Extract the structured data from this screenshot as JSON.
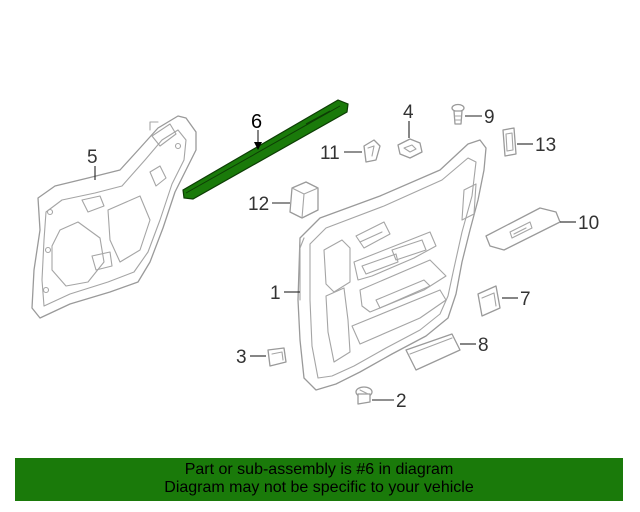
{
  "callouts": {
    "c1": "1",
    "c2": "2",
    "c3": "3",
    "c4": "4",
    "c5": "5",
    "c6": "6",
    "c7": "7",
    "c8": "8",
    "c9": "9",
    "c10": "10",
    "c11": "11",
    "c12": "12",
    "c13": "13"
  },
  "highlight_color": "#1a7a0a",
  "banner": {
    "line1": "Part or sub-assembly is #6 in diagram",
    "line2": "Diagram may not be specific to your vehicle"
  }
}
